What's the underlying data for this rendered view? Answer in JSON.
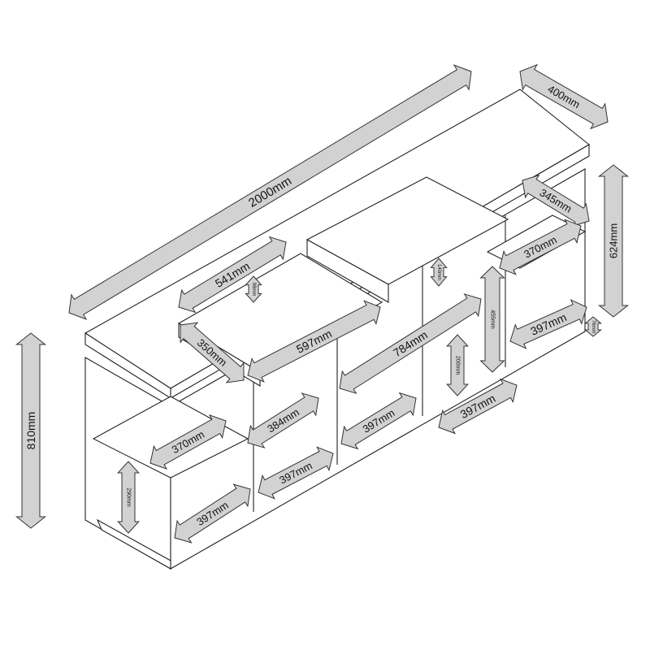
{
  "title": "Sideboard dimension diagram",
  "dimensions": [
    {
      "label": "2000mm"
    },
    {
      "label": "400mm"
    },
    {
      "label": "624mm"
    },
    {
      "label": "810mm"
    },
    {
      "label": "541mm"
    },
    {
      "label": "98mm"
    },
    {
      "label": "140mm"
    },
    {
      "label": "345mm"
    },
    {
      "label": "370mm"
    },
    {
      "label": "455mm"
    },
    {
      "label": "397mm"
    },
    {
      "label": "76mm"
    },
    {
      "label": "350mm"
    },
    {
      "label": "597mm"
    },
    {
      "label": "784mm"
    },
    {
      "label": "200mm"
    },
    {
      "label": "397mm"
    },
    {
      "label": "384mm"
    },
    {
      "label": "397mm"
    },
    {
      "label": "370mm"
    },
    {
      "label": "397mm"
    },
    {
      "label": "397mm"
    },
    {
      "label": "290mm"
    }
  ],
  "colors": {
    "arrow_fill": "#d2d2d2",
    "line": "#222222"
  }
}
